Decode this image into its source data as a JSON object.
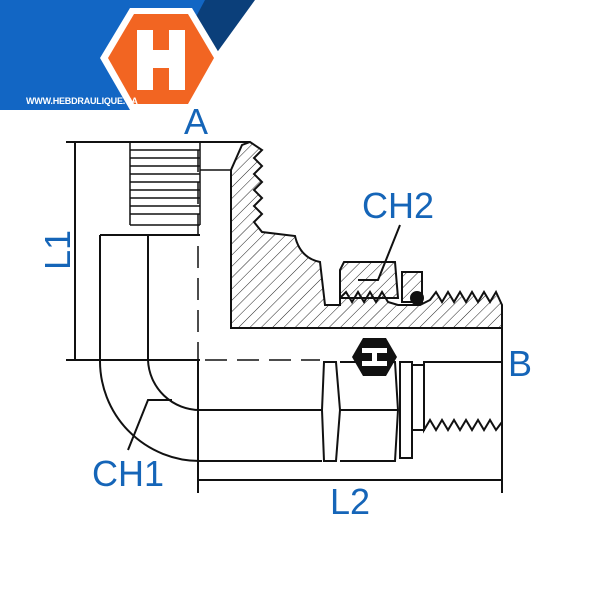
{
  "brand": {
    "website": "WWW.HEBDRAULIQUE.CA",
    "logo_letter": "H",
    "colors": {
      "blue": "#1266c4",
      "dark_blue": "#0b3f7a",
      "orange": "#f26522",
      "label_blue": "#1565b8"
    }
  },
  "labels": {
    "port_a": "A",
    "port_b": "B",
    "length_1": "L1",
    "length_2": "L2",
    "hex_1": "CH1",
    "hex_2": "CH2"
  }
}
